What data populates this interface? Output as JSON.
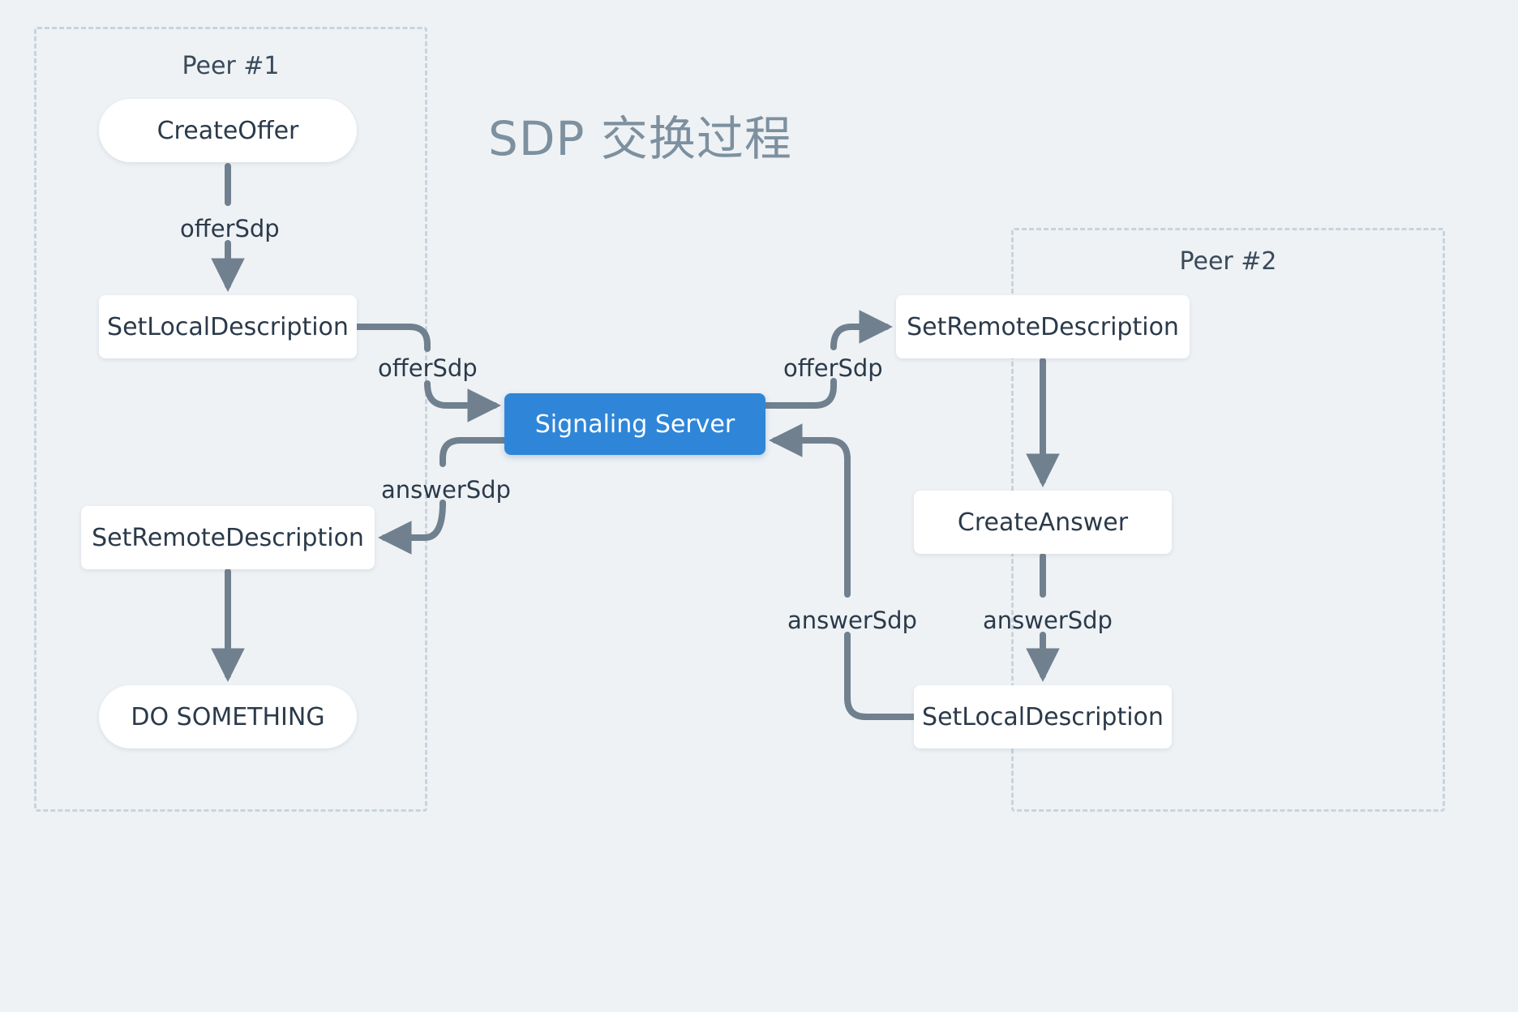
{
  "diagram": {
    "title": "SDP 交换过程",
    "background_color": "#eef2f5",
    "accent_color": "#2f86d8",
    "edge_color": "#70808f",
    "node_text_color": "#2b3a4a",
    "container_border_color": "#c7d4de",
    "title_color": "#7d909f"
  },
  "peers": [
    {
      "id": "peer1",
      "title": "Peer #1"
    },
    {
      "id": "peer2",
      "title": "Peer #2"
    }
  ],
  "nodes": {
    "create_offer": "CreateOffer",
    "peer1_set_local": "SetLocalDescription",
    "peer1_set_remote": "SetRemoteDescription",
    "do_something": "DO SOMETHING",
    "signaling_server": "Signaling Server",
    "peer2_set_remote": "SetRemoteDescription",
    "create_answer": "CreateAnswer",
    "peer2_set_local": "SetLocalDescription"
  },
  "edge_labels": {
    "peer1_offer_down": "offerSdp",
    "peer1_to_server": "offerSdp",
    "server_to_peer2": "offerSdp",
    "server_to_peer1_answer": "answerSdp",
    "peer2_to_server_answer": "answerSdp",
    "peer2_answer_down": "answerSdp"
  }
}
